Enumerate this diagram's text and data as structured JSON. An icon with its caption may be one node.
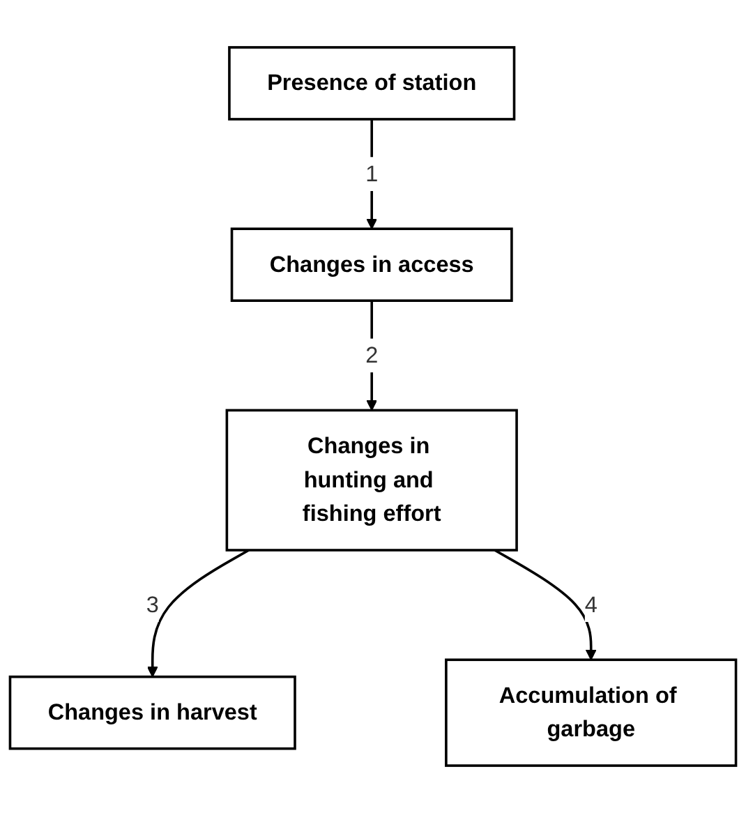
{
  "diagram": {
    "nodes": [
      {
        "text": [
          "Presence of station"
        ]
      },
      {
        "text": [
          "Changes in access"
        ]
      },
      {
        "text": [
          "Changes in hunting and fishing effort"
        ]
      },
      {
        "text": [
          "Changes in harvest"
        ]
      },
      {
        "text": [
          "Accumulation of garbage"
        ]
      }
    ],
    "edges": [
      {
        "from": 0,
        "to": 1,
        "arrow": "to",
        "label": "1"
      },
      {
        "from": 1,
        "to": 2,
        "arrow": "to",
        "label": "2"
      },
      {
        "from": 2,
        "to": 3,
        "arrow": "to",
        "label": "3"
      },
      {
        "from": 2,
        "to": 4,
        "arrow": "to",
        "label": "4"
      }
    ]
  }
}
